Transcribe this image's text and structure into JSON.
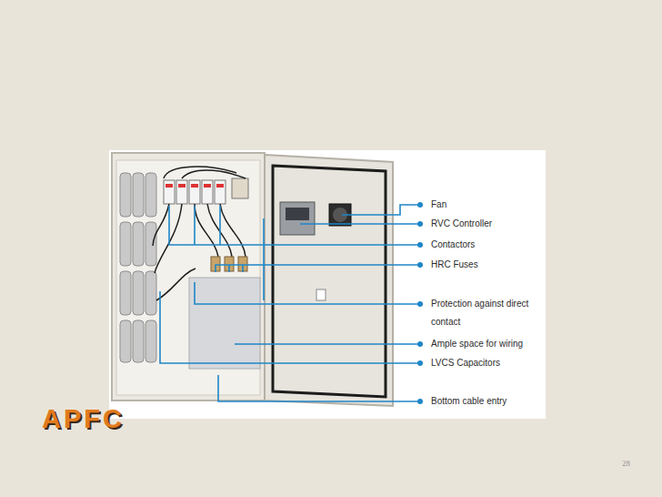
{
  "diagram": {
    "title": "APFC",
    "labels": [
      "Fan",
      "RVC Controller",
      "Contactors",
      "HRC Fuses",
      "Protection against direct contact",
      "Ample space for wiring",
      "LVCS Capacitors",
      "Bottom cable entry",
      "28"
    ]
  }
}
